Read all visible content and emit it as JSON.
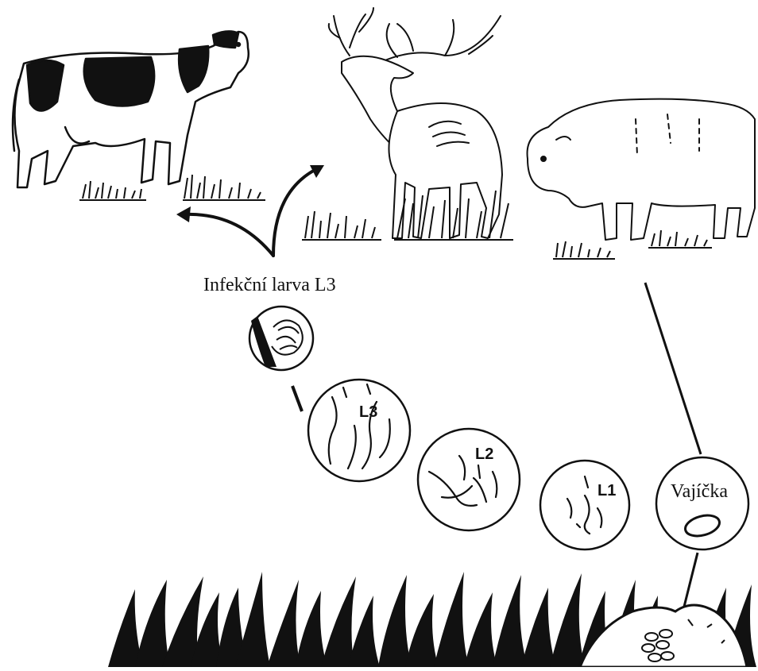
{
  "diagram": {
    "hosts": [
      {
        "name": "cow",
        "icon": "cow-icon"
      },
      {
        "name": "deer",
        "icon": "deer-icon"
      },
      {
        "name": "bison",
        "icon": "bison-icon"
      }
    ],
    "infective_label": "Infekční larva L3",
    "stages": {
      "l3": "L3",
      "l2": "L2",
      "l1": "L1",
      "eggs": "Vajíčka"
    }
  }
}
